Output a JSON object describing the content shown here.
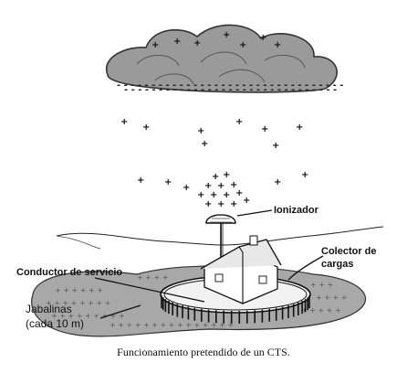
{
  "labels": {
    "ionizer": "Ionizador",
    "collector_line1": "Colector de",
    "collector_line2": "cargas",
    "service_conductor": "Conductor de servicio",
    "rods_line1": "Jabalinas",
    "rods_line2": "(cada 10 m)"
  },
  "caption": "Funcionamiento pretendido de un CTS.",
  "colors": {
    "cloud_fill": "#9a9a9a",
    "cloud_stroke": "#333333",
    "ground_patch": "#a8a8a8",
    "ink": "#111111"
  }
}
